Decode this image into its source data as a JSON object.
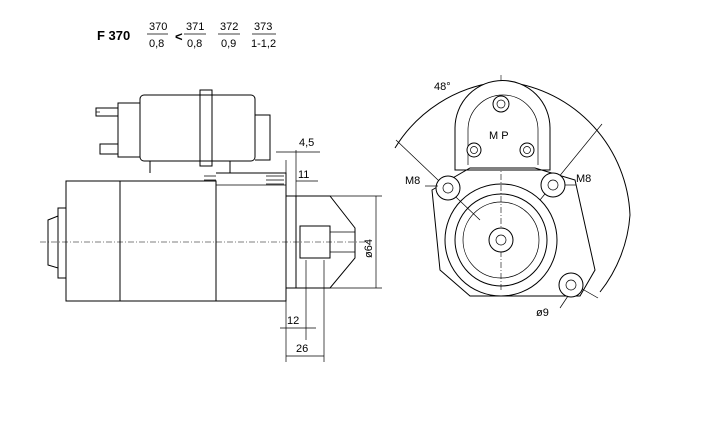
{
  "header": {
    "model": "F 370",
    "variants": [
      {
        "num": "370",
        "den": "0,8"
      },
      {
        "num": "371",
        "den": "0,8"
      },
      {
        "num": "372",
        "den": "0,9"
      },
      {
        "num": "373",
        "den": "1-1,2"
      }
    ],
    "compare_symbol": "<"
  },
  "side_view": {
    "dims": {
      "flange_thickness": "4,5",
      "pinion_offset": "11",
      "pinion_diameter": "ø64",
      "flange_to_pinion": "12",
      "overall_nose": "26"
    }
  },
  "front_view": {
    "angle": "48°",
    "terminal_label": "M P",
    "thread_left": "M8",
    "thread_right": "M8",
    "hole_diameter": "ø9"
  }
}
